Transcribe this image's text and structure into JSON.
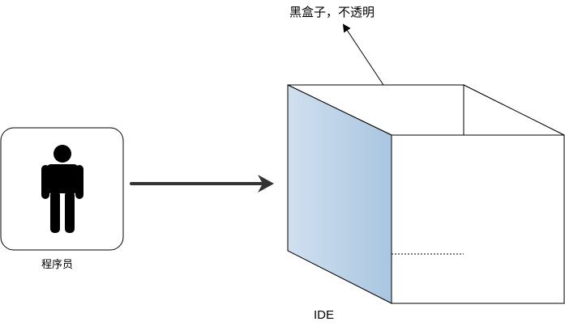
{
  "diagram": {
    "cube_note": "黑盒子，不透明",
    "programmer_label": "程序员",
    "ide_label": "IDE",
    "programmer_icon": "person-icon",
    "colors": {
      "stroke": "#000000",
      "arrow": "#333333",
      "panel_light": "#d0e0ef",
      "panel_dark": "#a9c6e0",
      "background": "#ffffff"
    }
  }
}
